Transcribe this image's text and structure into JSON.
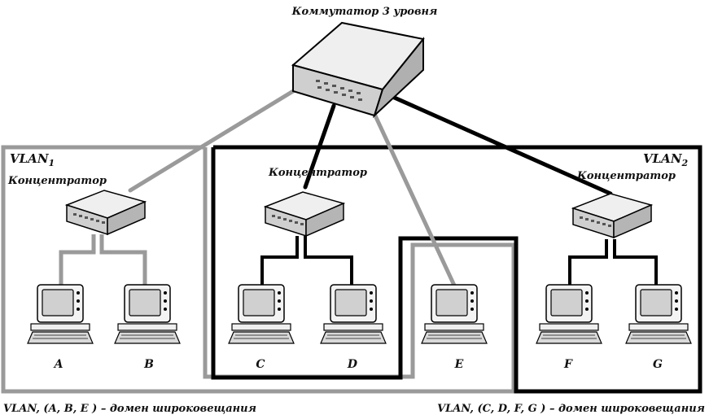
{
  "title": "Коммутатор 3 уровня",
  "vlan1": {
    "label": "VLAN",
    "sub": "1",
    "hub_label": "Концентратор",
    "caption": "VLAN, (A, B, E ) – домен широковещания",
    "color": "#9a9a9a"
  },
  "vlan2": {
    "label": "VLAN",
    "sub": "2",
    "caption": "VLAN, (C, D, F, G ) – домен широковещания",
    "color": "#000000"
  },
  "hubs": {
    "left": "Концентратор",
    "middle": "Концентратор",
    "right": "Концентратор"
  },
  "pcs": [
    "A",
    "B",
    "C",
    "D",
    "E",
    "F",
    "G"
  ],
  "colors": {
    "gray_line": "#9a9a9a",
    "black_line": "#000000",
    "device_fill": "#dcdcdc"
  }
}
